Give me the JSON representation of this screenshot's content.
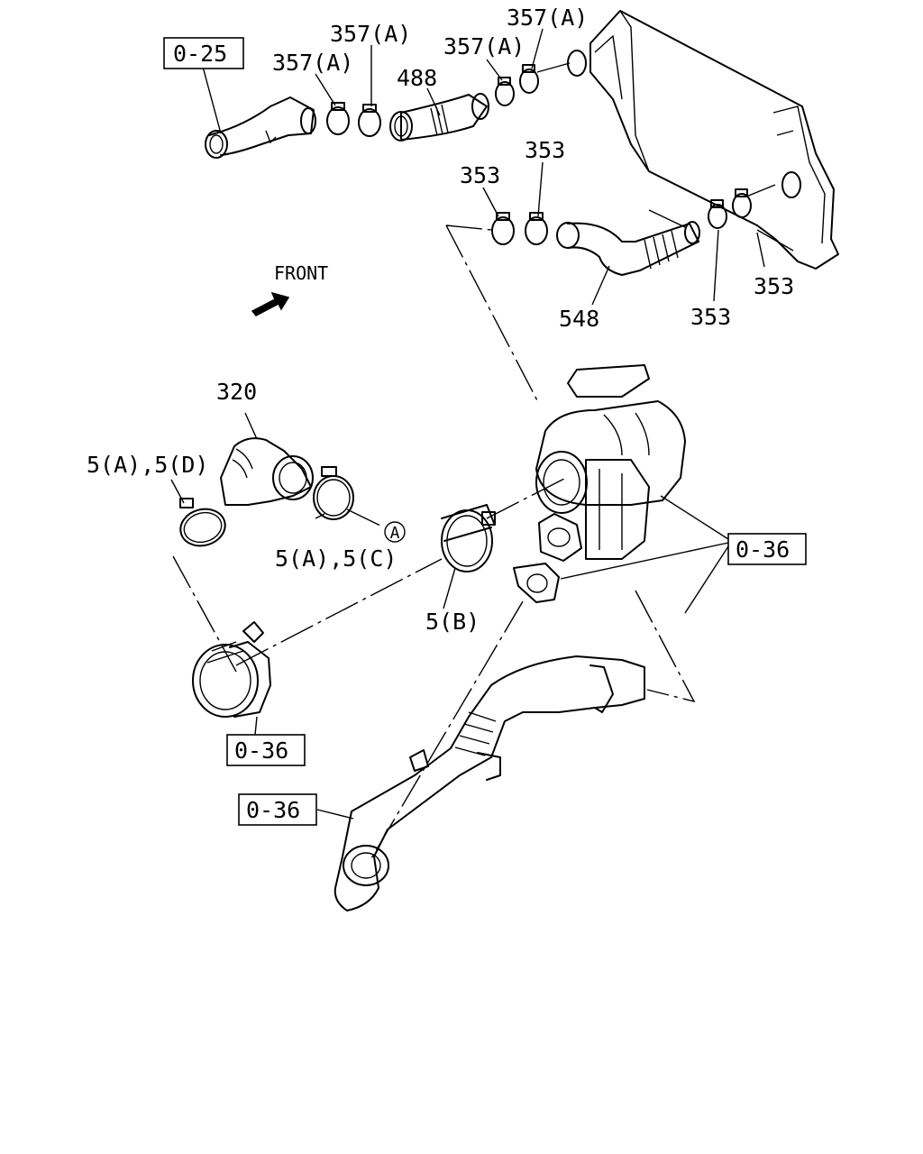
{
  "labels": {
    "ref_0_25": "0-25",
    "p357a_1": "357(A)",
    "p357a_2": "357(A)",
    "p357a_3": "357(A)",
    "p357a_4": "357(A)",
    "p488": "488",
    "p353_1": "353",
    "p353_2": "353",
    "p353_3": "353",
    "p353_4": "353",
    "p548": "548",
    "front": "FRONT",
    "p320": "320",
    "p5ad": "5(A),5(D)",
    "p5ac": "5(A),5(C)",
    "callout_a": "A",
    "p5b": "5(B)",
    "ref_0_36_a": "0-36",
    "ref_0_36_b": "0-36",
    "ref_0_36_c": "0-36"
  }
}
